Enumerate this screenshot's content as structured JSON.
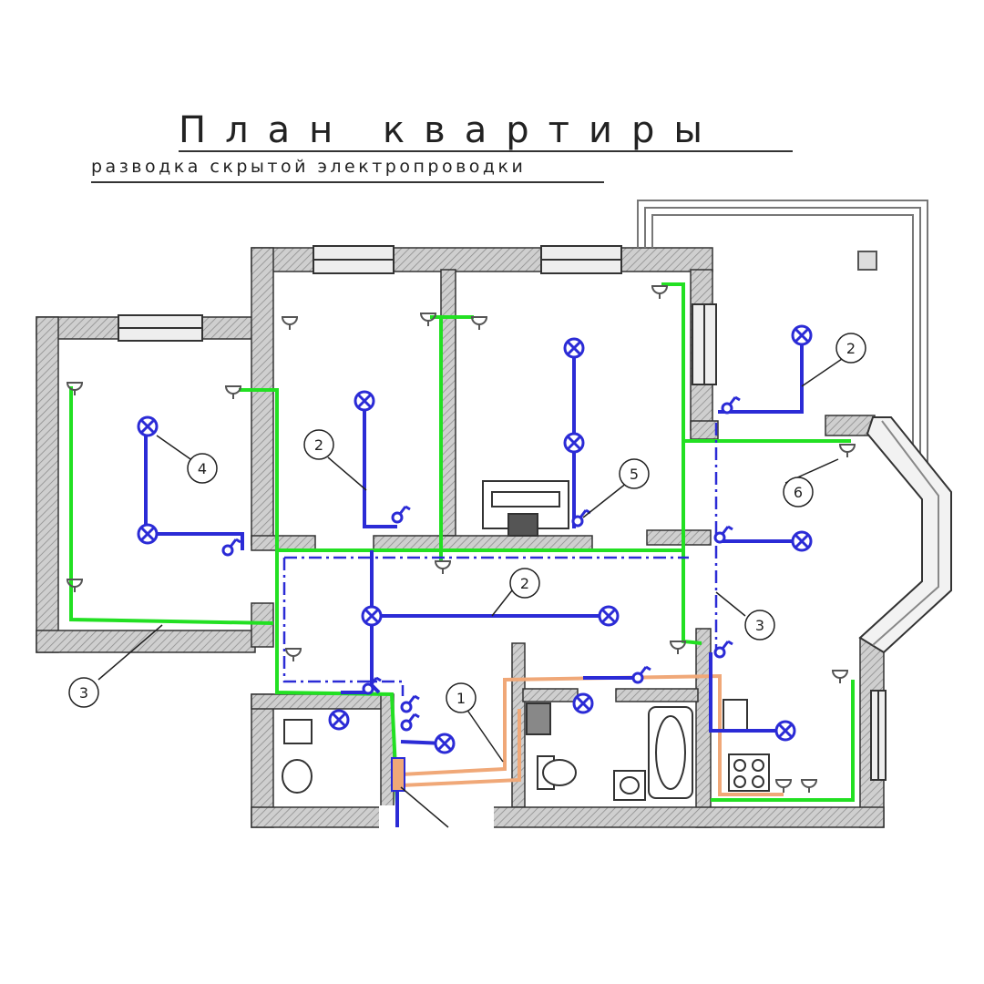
{
  "header": {
    "title": "План квартиры",
    "subtitle": "разводка скрытой электропроводки"
  },
  "legend_numbers": [
    "1",
    "2",
    "3",
    "4",
    "5",
    "6"
  ],
  "colors": {
    "wall_fill": "#bdbdbd",
    "wall_outline": "#333333",
    "lighting_line": "#2b2bd6",
    "socket_line": "#22e022",
    "power_line": "#f0a878",
    "text": "#222222"
  },
  "icons": [
    "ceiling-lamp-icon",
    "socket-icon",
    "switch-icon",
    "distribution-box-icon",
    "toilet-icon",
    "sink-icon",
    "bathtub-icon",
    "stove-icon",
    "sofa-icon"
  ]
}
